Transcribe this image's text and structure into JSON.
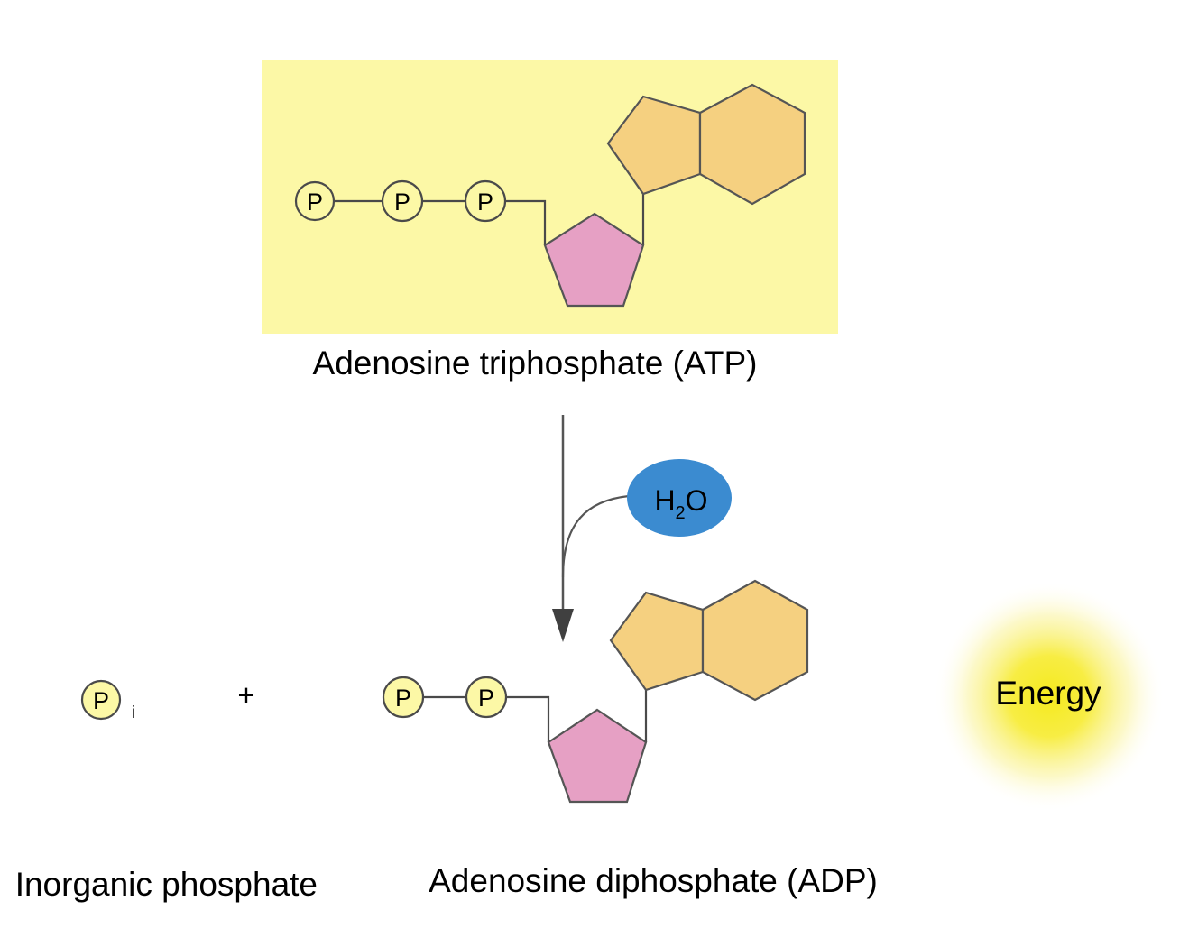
{
  "atp": {
    "label": "Adenosine triphosphate (ATP)",
    "phosphate_count": 3,
    "phosphate_symbol": "P"
  },
  "adp": {
    "label": "Adenosine diphosphate (ADP)",
    "phosphate_count": 2,
    "phosphate_symbol": "P"
  },
  "water": {
    "symbol_h": "H",
    "subscript": "2",
    "symbol_o": "O"
  },
  "inorganic_phosphate": {
    "symbol": "P",
    "subscript": "i",
    "label": "Inorganic phosphate"
  },
  "plus_sign": "+",
  "energy": {
    "label": "Energy"
  },
  "colors": {
    "atp_background": "#fcf8a6",
    "phosphate_fill": "#fcf8a6",
    "ribose_fill": "#e6a0c4",
    "adenine_fill": "#f5d080",
    "water_fill": "#3b8bd0",
    "energy_glow": "#f5ea1e"
  }
}
